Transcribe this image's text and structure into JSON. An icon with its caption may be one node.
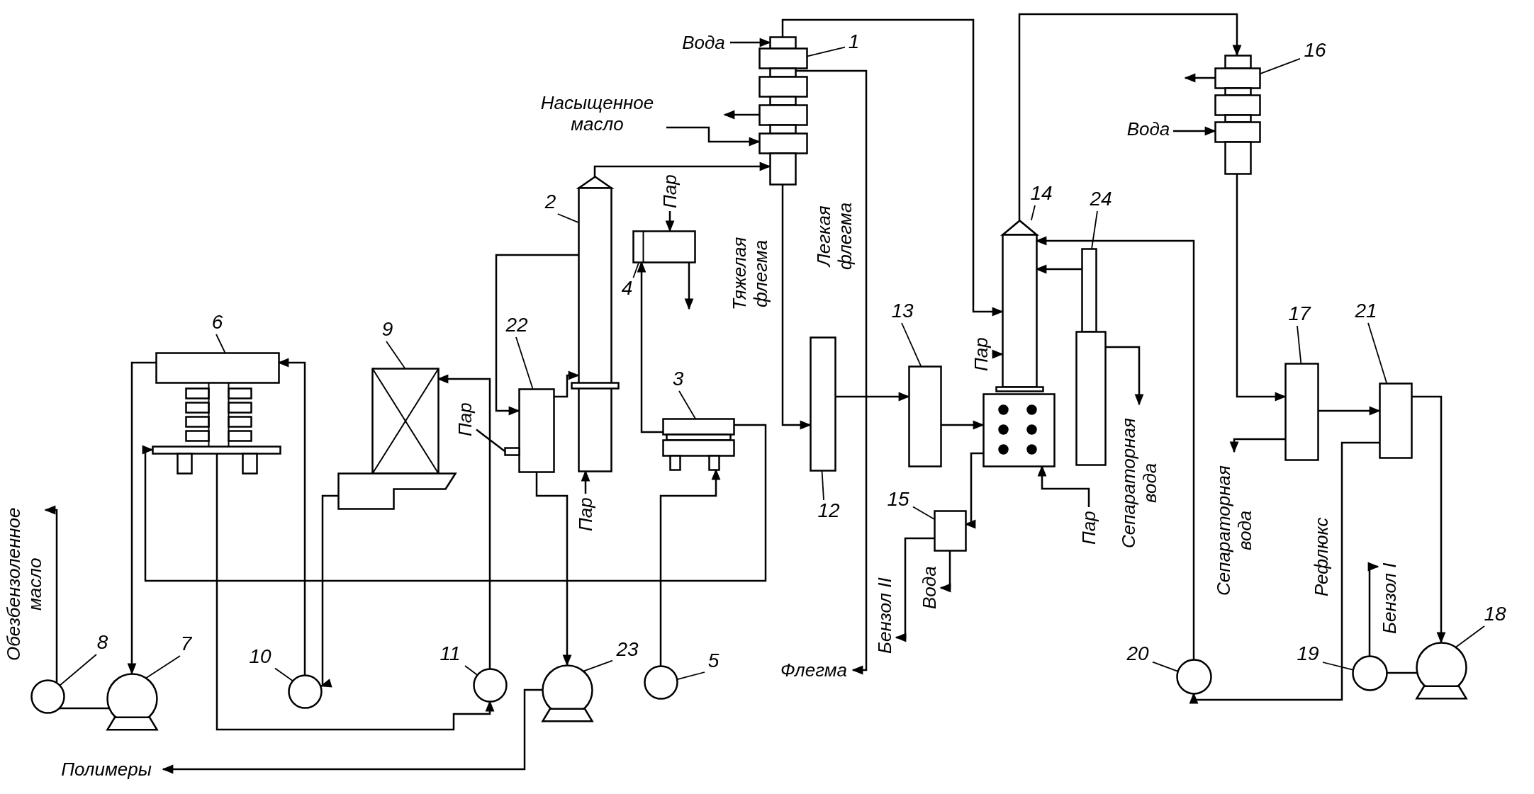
{
  "diagram": {
    "nodes": [
      {
        "text": [
          "1"
        ]
      },
      {
        "text": [
          "2"
        ]
      },
      {
        "text": [
          "3"
        ]
      },
      {
        "text": [
          "4"
        ]
      },
      {
        "text": [
          "5"
        ]
      },
      {
        "text": [
          "6"
        ]
      },
      {
        "text": [
          "7"
        ]
      },
      {
        "text": [
          "8"
        ]
      },
      {
        "text": [
          "9"
        ]
      },
      {
        "text": [
          "10"
        ]
      },
      {
        "text": [
          "11"
        ]
      },
      {
        "text": [
          "12"
        ]
      },
      {
        "text": [
          "13"
        ]
      },
      {
        "text": [
          "14"
        ]
      },
      {
        "text": [
          "15"
        ]
      },
      {
        "text": [
          "16"
        ]
      },
      {
        "text": [
          "17"
        ]
      },
      {
        "text": [
          "18"
        ]
      },
      {
        "text": [
          "19"
        ]
      },
      {
        "text": [
          "20"
        ]
      },
      {
        "text": [
          "21"
        ]
      },
      {
        "text": [
          "22"
        ]
      },
      {
        "text": [
          "23"
        ]
      },
      {
        "text": [
          "24"
        ]
      },
      {
        "text": [
          "Вода"
        ]
      },
      {
        "text": [
          "Насыщенное масло"
        ]
      },
      {
        "text": [
          "Пар"
        ]
      },
      {
        "text": [
          "Пар"
        ]
      },
      {
        "text": [
          "Пар"
        ]
      },
      {
        "text": [
          "Пар"
        ]
      },
      {
        "text": [
          "Вода"
        ]
      },
      {
        "text": [
          "Пар"
        ]
      },
      {
        "text": [
          "Сепараторная вода"
        ]
      },
      {
        "text": [
          "Сепараторная вода"
        ]
      },
      {
        "text": [
          "Бензол I"
        ]
      },
      {
        "text": [
          "Бензол II"
        ]
      },
      {
        "text": [
          "Вода"
        ]
      },
      {
        "text": [
          "Флегма"
        ]
      },
      {
        "text": [
          "Полимеры"
        ]
      },
      {
        "text": [
          "Обезбензоленное масло"
        ]
      },
      {
        "text": [],
        "shape": "box"
      },
      {
        "text": [],
        "shape": "column"
      },
      {
        "text": [],
        "shape": "box"
      },
      {
        "text": [],
        "shape": "box"
      },
      {
        "text": [],
        "shape": "circle"
      },
      {
        "text": [],
        "shape": "box"
      },
      {
        "text": [],
        "shape": "pump"
      },
      {
        "text": [],
        "shape": "circle"
      },
      {
        "text": [],
        "shape": "box"
      },
      {
        "text": [],
        "shape": "circle"
      },
      {
        "text": [],
        "shape": "circle"
      },
      {
        "text": [],
        "shape": "box"
      },
      {
        "text": [],
        "shape": "box"
      },
      {
        "text": [],
        "shape": "column"
      },
      {
        "text": [],
        "shape": "box"
      },
      {
        "text": [],
        "shape": "box"
      },
      {
        "text": [],
        "shape": "box"
      },
      {
        "text": [],
        "shape": "pump"
      },
      {
        "text": [],
        "shape": "circle"
      },
      {
        "text": [],
        "shape": "circle"
      },
      {
        "text": [],
        "shape": "box"
      },
      {
        "text": [],
        "shape": "box"
      },
      {
        "text": [],
        "shape": "pump"
      },
      {
        "text": [],
        "shape": "column"
      }
    ],
    "edges": [
      {
        "from": 24,
        "to": 40,
        "arrow": "to"
      },
      {
        "from": 40,
        "to": null,
        "arrow": "to"
      },
      {
        "from": 25,
        "to": 40,
        "arrow": "to"
      },
      {
        "from": 41,
        "to": 40,
        "arrow": "to"
      },
      {
        "from": 40,
        "to": 53,
        "arrow": "to"
      },
      {
        "from": 53,
        "to": 55,
        "arrow": "to"
      },
      {
        "from": 40,
        "to": 51,
        "arrow": "to",
        "label": "Тяжелая флегма"
      },
      {
        "from": 40,
        "to": 37,
        "arrow": "to",
        "label": "Легкая флегма"
      },
      {
        "from": 26,
        "to": 43,
        "arrow": "to"
      },
      {
        "from": 43,
        "to": null,
        "arrow": "to"
      },
      {
        "from": 42,
        "to": 43,
        "arrow": "to"
      },
      {
        "from": 61,
        "to": 41,
        "arrow": "to"
      },
      {
        "from": 41,
        "to": 61,
        "arrow": "to"
      },
      {
        "from": 27,
        "to": 61,
        "arrow": "none"
      },
      {
        "from": 28,
        "to": 41,
        "arrow": "to"
      },
      {
        "from": 50,
        "to": 48,
        "arrow": "to"
      },
      {
        "from": 48,
        "to": 49,
        "arrow": "to"
      },
      {
        "from": 49,
        "to": 45,
        "arrow": "to"
      },
      {
        "from": 45,
        "to": 46,
        "arrow": "to"
      },
      {
        "from": 46,
        "to": 47,
        "arrow": "none"
      },
      {
        "from": 47,
        "to": 39,
        "arrow": "to"
      },
      {
        "from": 45,
        "to": 50,
        "arrow": "to"
      },
      {
        "from": 62,
        "to": 38,
        "arrow": "to"
      },
      {
        "from": 61,
        "to": 62,
        "arrow": "to"
      },
      {
        "from": 44,
        "to": 42,
        "arrow": "to"
      },
      {
        "from": 42,
        "to": 45,
        "arrow": "to"
      },
      {
        "from": 51,
        "to": 52,
        "arrow": "to"
      },
      {
        "from": 52,
        "to": 53,
        "arrow": "to"
      },
      {
        "from": 53,
        "to": 54,
        "arrow": "to"
      },
      {
        "from": 54,
        "to": 36,
        "arrow": "to"
      },
      {
        "from": 54,
        "to": 35,
        "arrow": "to"
      },
      {
        "from": 29,
        "to": 53,
        "arrow": "to"
      },
      {
        "from": 31,
        "to": 53,
        "arrow": "to"
      },
      {
        "from": 63,
        "to": 32,
        "arrow": "to"
      },
      {
        "from": 63,
        "to": 53,
        "arrow": "to"
      },
      {
        "from": 55,
        "to": 56,
        "arrow": "to"
      },
      {
        "from": 30,
        "to": 55,
        "arrow": "to"
      },
      {
        "from": 55,
        "to": null,
        "arrow": "to"
      },
      {
        "from": 56,
        "to": 33,
        "arrow": "to"
      },
      {
        "from": 56,
        "to": 60,
        "arrow": "to"
      },
      {
        "from": 60,
        "to": 57,
        "arrow": "to"
      },
      {
        "from": 57,
        "to": 58,
        "arrow": "none"
      },
      {
        "from": 58,
        "to": 34,
        "arrow": "to"
      },
      {
        "from": 60,
        "to": 59,
        "arrow": "to",
        "label": "Рефлюкс"
      },
      {
        "from": 59,
        "to": 53,
        "arrow": "to"
      },
      {
        "from": 0,
        "to": 40,
        "arrow": "none"
      },
      {
        "from": 1,
        "to": 41,
        "arrow": "none"
      },
      {
        "from": 2,
        "to": 42,
        "arrow": "none"
      },
      {
        "from": 3,
        "to": 43,
        "arrow": "none"
      },
      {
        "from": 4,
        "to": 44,
        "arrow": "none"
      },
      {
        "from": 5,
        "to": 45,
        "arrow": "none"
      },
      {
        "from": 6,
        "to": 46,
        "arrow": "none"
      },
      {
        "from": 7,
        "to": 47,
        "arrow": "none"
      },
      {
        "from": 8,
        "to": 48,
        "arrow": "none"
      },
      {
        "from": 9,
        "to": 49,
        "arrow": "none"
      },
      {
        "from": 10,
        "to": 50,
        "arrow": "none"
      },
      {
        "from": 11,
        "to": 51,
        "arrow": "none"
      },
      {
        "from": 12,
        "to": 52,
        "arrow": "none"
      },
      {
        "from": 13,
        "to": 53,
        "arrow": "none"
      },
      {
        "from": 14,
        "to": 54,
        "arrow": "none"
      },
      {
        "from": 15,
        "to": 55,
        "arrow": "none"
      },
      {
        "from": 16,
        "to": 56,
        "arrow": "none"
      },
      {
        "from": 17,
        "to": 57,
        "arrow": "none"
      },
      {
        "from": 18,
        "to": 58,
        "arrow": "none"
      },
      {
        "from": 19,
        "to": 59,
        "arrow": "none"
      },
      {
        "from": 20,
        "to": 60,
        "arrow": "none"
      },
      {
        "from": 21,
        "to": 61,
        "arrow": "none"
      },
      {
        "from": 22,
        "to": 62,
        "arrow": "none"
      },
      {
        "from": 23,
        "to": 63,
        "arrow": "none"
      }
    ]
  }
}
